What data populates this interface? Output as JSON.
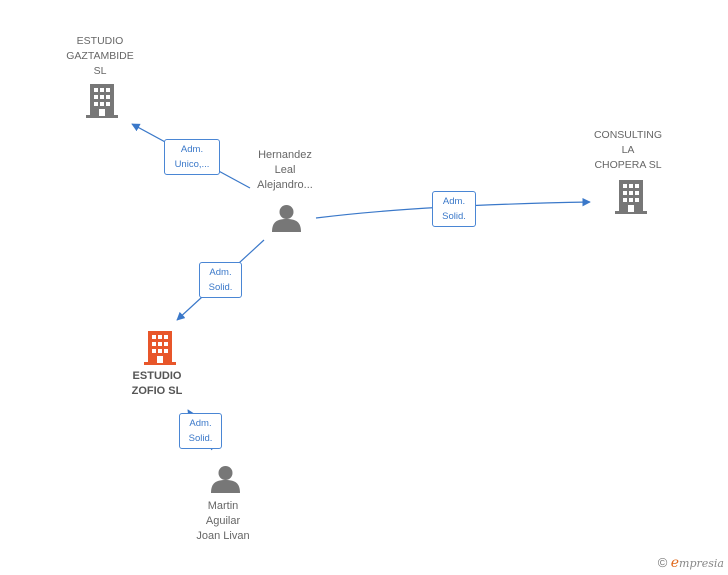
{
  "colors": {
    "edge": "#3a78c9",
    "node": "#777777",
    "highlight": "#e8562a"
  },
  "nodes": {
    "gaztambide": {
      "label": "ESTUDIO\nGAZTAMBIDE\nSL",
      "icon": "building-icon"
    },
    "hernandez": {
      "label": "Hernandez\nLeal\nAlejandro...",
      "icon": "person-icon"
    },
    "consulting": {
      "label": "CONSULTING\nLA\nCHOPERA  SL",
      "icon": "building-icon"
    },
    "zofio": {
      "label": "ESTUDIO\nZOFIO  SL",
      "icon": "building-icon"
    },
    "martin": {
      "label": "Martin\nAguilar\nJoan Livan",
      "icon": "person-icon"
    }
  },
  "edges": [
    {
      "from": "hernandez",
      "to": "gaztambide",
      "label": "Adm.\nUnico,..."
    },
    {
      "from": "hernandez",
      "to": "consulting",
      "label": "Adm.\nSolid."
    },
    {
      "from": "hernandez",
      "to": "zofio",
      "label": "Adm.\nSolid."
    },
    {
      "from": "martin",
      "to": "zofio",
      "label": "Adm.\nSolid."
    }
  ],
  "footer": {
    "copyright": "©",
    "brand_initial": "e",
    "brand_rest": "mpresia"
  }
}
